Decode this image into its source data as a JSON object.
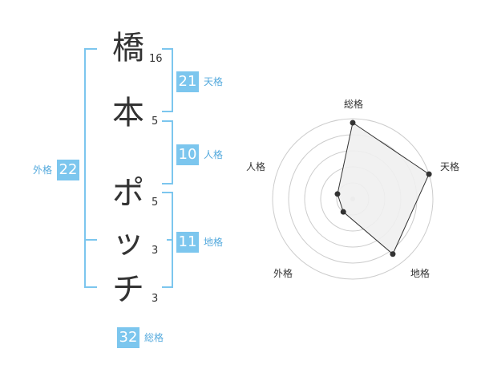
{
  "name_chars": [
    {
      "char": "橋",
      "strokes": "16"
    },
    {
      "char": "本",
      "strokes": "5"
    },
    {
      "char": "ポ",
      "strokes": "5"
    },
    {
      "char": "ッ",
      "strokes": "3"
    },
    {
      "char": "チ",
      "strokes": "3"
    }
  ],
  "scores": {
    "tenkaku": {
      "value": "21",
      "label": "天格"
    },
    "jinkaku": {
      "value": "10",
      "label": "人格"
    },
    "chikaku": {
      "value": "11",
      "label": "地格"
    },
    "gaikaku": {
      "value": "22",
      "label": "外格"
    },
    "soukaku": {
      "value": "32",
      "label": "総格"
    }
  },
  "colors": {
    "accent": "#7cc6ee",
    "accent_text": "#55aadd",
    "text": "#333333",
    "radar_fill": "#f0f0f0",
    "radar_ring": "#cccccc"
  },
  "chart_data": {
    "type": "radar",
    "axes": [
      "総格",
      "天格",
      "地格",
      "外格",
      "人格"
    ],
    "values": [
      0.95,
      1.0,
      0.85,
      0.2,
      0.2
    ],
    "rings": 5,
    "range": [
      0,
      1
    ]
  }
}
